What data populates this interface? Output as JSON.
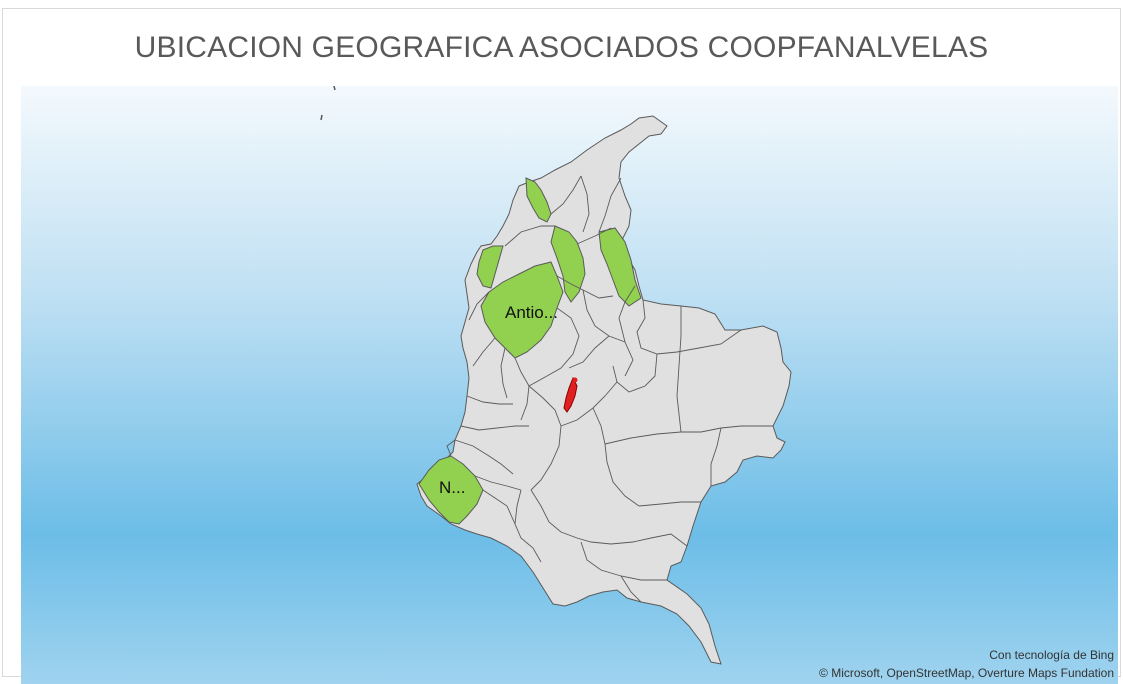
{
  "title": "UBICACION GEOGRAFICA ASOCIADOS COOPFANALVELAS",
  "attribution": {
    "powered_by": "Con tecnología de Bing",
    "copyright": "© Microsoft, OpenStreetMap, Overture Maps Fundation"
  },
  "region_labels": {
    "antioquia": "Antio...",
    "narino": "N..."
  },
  "colors": {
    "ocean_top": "#f2f8fd",
    "ocean_mid": "#6cbbe6",
    "land": "#e0e0e0",
    "border": "#5a5a5a",
    "highlight": "#92d050",
    "marker": "#e02020"
  },
  "highlighted_regions": [
    "antioquia",
    "narino",
    "atlantico",
    "magdalena",
    "cesar",
    "cordoba"
  ]
}
